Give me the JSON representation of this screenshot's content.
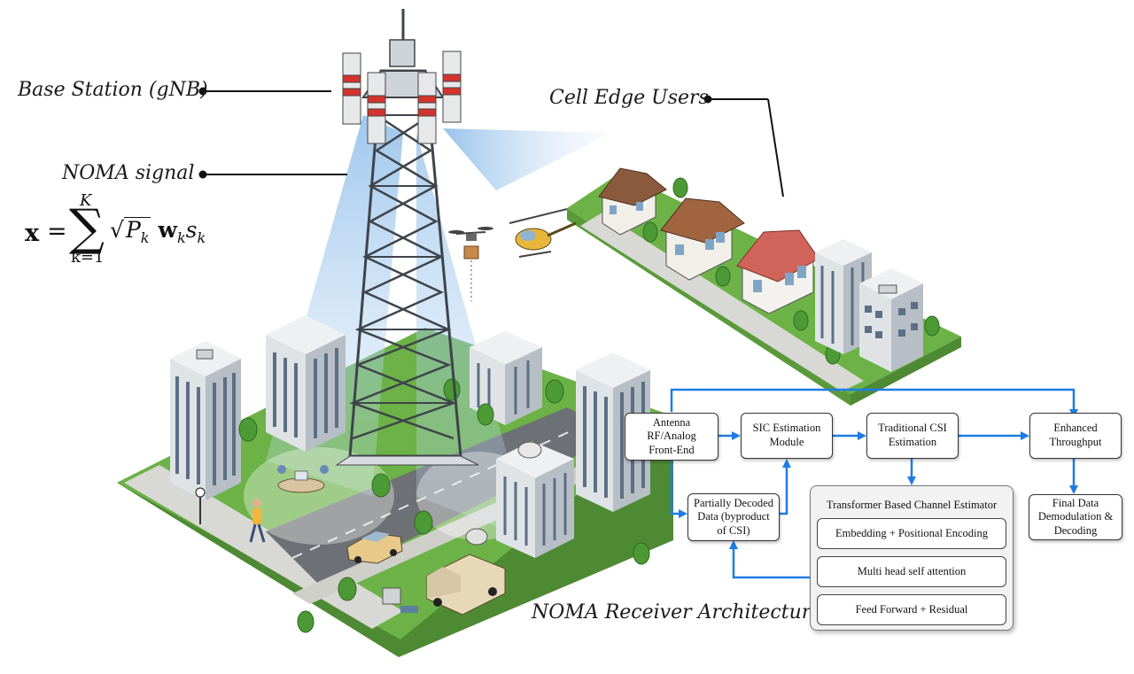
{
  "callouts": {
    "base_station": "Base Station (gNB)",
    "noma_signal": "NOMA signal",
    "cell_edge_users": "Cell Edge Users",
    "architecture_caption": "NOMA Receiver Architecture"
  },
  "equation": {
    "lhs": "x",
    "upper_limit": "K",
    "lower_limit": "k=1",
    "power": "P",
    "beam": "w",
    "symbol": "s",
    "index": "k"
  },
  "blocks": {
    "antenna": [
      "Antenna",
      "RF/Analog",
      "Front-End"
    ],
    "sic": [
      "SIC Estimation",
      "Module"
    ],
    "traditional_csi": [
      "Traditional CSI",
      "Estimation"
    ],
    "enhanced_throughput": [
      "Enhanced",
      "Throughput"
    ],
    "partially_decoded": [
      "Partially Decoded",
      "Data (byproduct",
      "of CSI)"
    ],
    "final_data": [
      "Final Data",
      "Demodulation &",
      "Decoding"
    ]
  },
  "transformer": {
    "title": "Transformer Based Channel Estimator",
    "layers": [
      "Embedding + Positional Encoding",
      "Multi head self attention",
      "Feed Forward + Residual"
    ]
  },
  "colors": {
    "arrow": "#1e7ce6",
    "grass": "#69b046",
    "beam": "#9cc7ee",
    "tower": "#4a4f57",
    "panel": "#f2f2f2"
  }
}
